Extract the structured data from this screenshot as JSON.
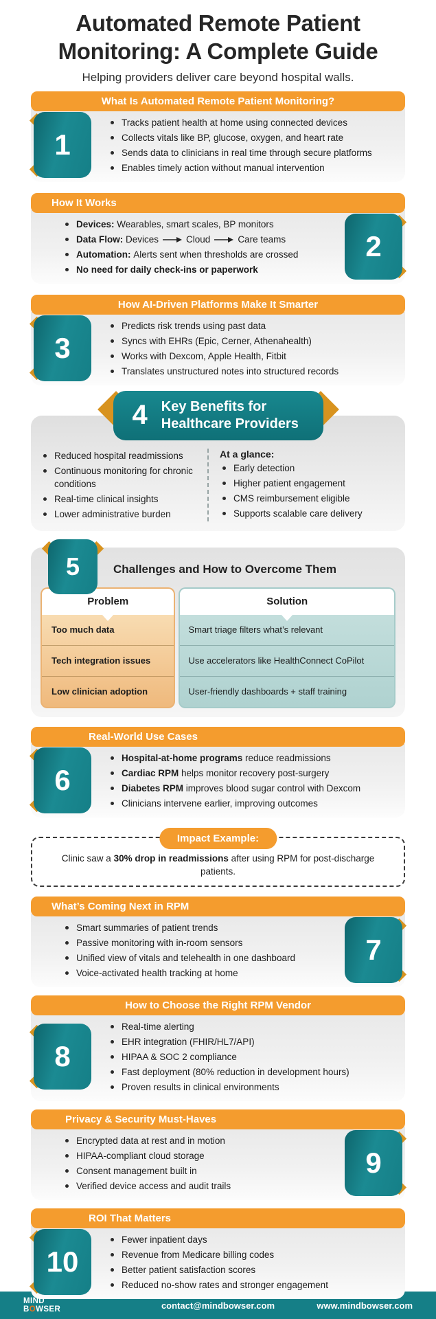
{
  "colors": {
    "orange": "#F49C2E",
    "teal": "#157F87",
    "gold_fold": "#D8931F",
    "problem_fill": "#F3C890",
    "solution_fill": "#B9D8D6"
  },
  "header": {
    "title_line1": "Automated Remote Patient",
    "title_line2": "Monitoring: A Complete Guide",
    "subtitle": "Helping providers deliver care beyond hospital walls."
  },
  "s1": {
    "num": "1",
    "header": "What Is Automated Remote Patient Monitoring?",
    "bullets": [
      {
        "b": "",
        "t": "Tracks patient health at home using connected devices"
      },
      {
        "b": "",
        "t": "Collects vitals like BP, glucose, oxygen, and heart rate"
      },
      {
        "b": "",
        "t": "Sends data to clinicians in real time through secure platforms"
      },
      {
        "b": "",
        "t": "Enables timely action without manual intervention"
      }
    ]
  },
  "s2": {
    "num": "2",
    "header": "How It Works",
    "bullets": [
      {
        "b": "Devices: ",
        "t": "Wearables, smart scales, BP monitors"
      },
      {
        "b": "Data Flow: ",
        "flow": [
          "Devices",
          "Cloud",
          "Care teams"
        ]
      },
      {
        "b": "Automation: ",
        "t": "Alerts sent when thresholds are crossed"
      },
      {
        "b": "No need for daily check-ins or paperwork",
        "t": ""
      }
    ]
  },
  "s3": {
    "num": "3",
    "header": "How AI-Driven Platforms Make It Smarter",
    "bullets": [
      {
        "b": "",
        "t": "Predicts risk trends using past data"
      },
      {
        "b": "",
        "t": "Syncs with EHRs (Epic, Cerner, Athenahealth)"
      },
      {
        "b": "",
        "t": "Works with Dexcom, Apple Health, Fitbit"
      },
      {
        "b": "",
        "t": "Translates unstructured notes into structured records"
      }
    ]
  },
  "s4": {
    "num": "4",
    "title_line1": "Key Benefits for",
    "title_line2": "Healthcare Providers",
    "left": [
      {
        "b": "",
        "t": "Reduced hospital readmissions"
      },
      {
        "b": "",
        "t": "Continuous monitoring for chronic conditions"
      },
      {
        "b": "",
        "t": "Real-time clinical insights"
      },
      {
        "b": "",
        "t": "Lower administrative burden"
      }
    ],
    "right_title": "At a glance:",
    "right": [
      {
        "b": "",
        "t": "Early detection"
      },
      {
        "b": "",
        "t": "Higher patient engagement"
      },
      {
        "b": "",
        "t": "CMS reimbursement eligible"
      },
      {
        "b": "",
        "t": "Supports scalable care delivery"
      }
    ]
  },
  "s5": {
    "num": "5",
    "title": "Challenges and How to Overcome Them",
    "col_problem": "Problem",
    "col_solution": "Solution",
    "rows": [
      {
        "p": "Too much data",
        "s": "Smart triage filters what’s relevant"
      },
      {
        "p": "Tech integration issues",
        "s": "Use accelerators like HealthConnect CoPilot"
      },
      {
        "p": "Low clinician adoption",
        "s": "User-friendly dashboards + staff training"
      }
    ]
  },
  "s6": {
    "num": "6",
    "header": "Real-World Use Cases",
    "bullets": [
      {
        "b": "Hospital-at-home programs",
        "t": " reduce readmissions"
      },
      {
        "b": "Cardiac RPM",
        "t": " helps monitor recovery post-surgery"
      },
      {
        "b": "Diabetes RPM",
        "t": " improves blood sugar control with Dexcom"
      },
      {
        "b": "",
        "t": "Clinicians intervene earlier, improving outcomes"
      }
    ]
  },
  "impact": {
    "label": "Impact Example:",
    "pre": "Clinic saw a ",
    "bold": "30% drop in readmissions",
    "post": " after using RPM for post-discharge patients."
  },
  "s7": {
    "num": "7",
    "header": "What’s Coming Next in RPM",
    "bullets": [
      {
        "b": "",
        "t": "Smart summaries of patient trends"
      },
      {
        "b": "",
        "t": "Passive monitoring with in-room sensors"
      },
      {
        "b": "",
        "t": "Unified view of vitals and telehealth in one dashboard"
      },
      {
        "b": "",
        "t": "Voice-activated health tracking at home"
      }
    ]
  },
  "s8": {
    "num": "8",
    "header": "How to Choose the Right RPM Vendor",
    "bullets": [
      {
        "b": "",
        "t": "Real-time alerting"
      },
      {
        "b": "",
        "t": "EHR integration (FHIR/HL7/API)"
      },
      {
        "b": "",
        "t": "HIPAA & SOC 2 compliance"
      },
      {
        "b": "",
        "t": "Fast deployment (80% reduction in development hours)"
      },
      {
        "b": "",
        "t": "Proven results in clinical environments"
      }
    ]
  },
  "s9": {
    "num": "9",
    "header": "Privacy & Security Must-Haves",
    "bullets": [
      {
        "b": "",
        "t": "Encrypted data at rest and in motion"
      },
      {
        "b": "",
        "t": "HIPAA-compliant cloud storage"
      },
      {
        "b": "",
        "t": "Consent management built in"
      },
      {
        "b": "",
        "t": "Verified device access and audit trails"
      }
    ]
  },
  "s10": {
    "num": "10",
    "header": "ROI That Matters",
    "bullets": [
      {
        "b": "",
        "t": "Fewer inpatient days"
      },
      {
        "b": "",
        "t": "Revenue from Medicare billing codes"
      },
      {
        "b": "",
        "t": "Better patient satisfaction scores"
      },
      {
        "b": "",
        "t": "Reduced no-show rates and stronger engagement"
      }
    ]
  },
  "footer": {
    "logo_top": "MIND",
    "logo_b": "B",
    "logo_o": "O",
    "logo_rest": "WSER",
    "email": "contact@mindbowser.com",
    "website": "www.mindbowser.com"
  }
}
